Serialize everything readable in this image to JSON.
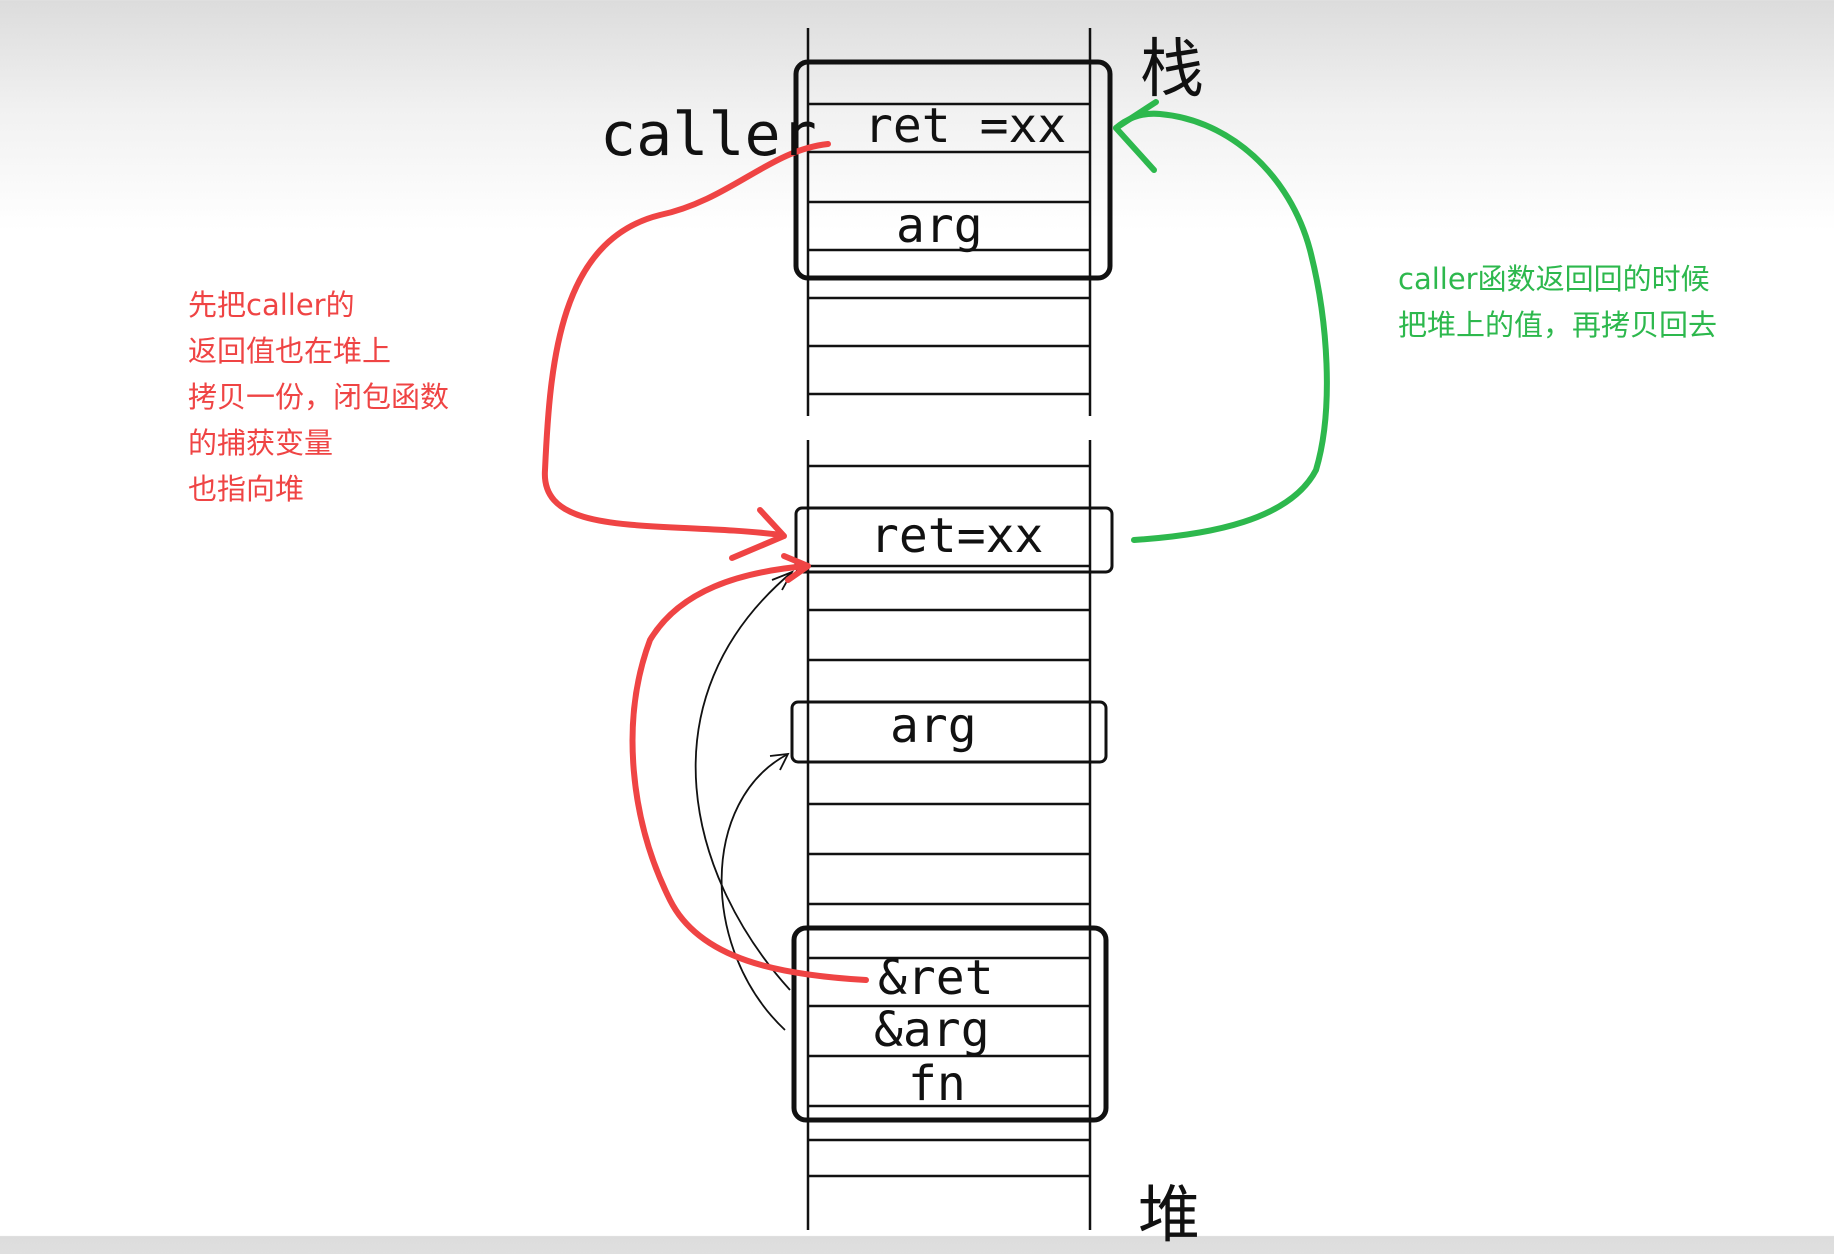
{
  "labels": {
    "stack": "栈",
    "heap": "堆",
    "caller": "caller"
  },
  "stack_cells": {
    "ret": "ret =xx",
    "arg": "arg"
  },
  "heap_cells": {
    "ret": "ret=xx",
    "arg": "arg",
    "ref_ret": "&ret",
    "ref_arg": "&arg",
    "fn": "fn"
  },
  "annotations": {
    "red": [
      "先把caller的",
      "返回值也在堆上",
      "拷贝一份，闭包函数",
      "的捕获变量",
      "也指向堆"
    ],
    "green": [
      "caller函数返回回的时候",
      "把堆上的值，再拷贝回去"
    ]
  },
  "colors": {
    "red_arrow": "#ef4444",
    "green_arrow": "#2db84d",
    "ink": "#111111"
  }
}
